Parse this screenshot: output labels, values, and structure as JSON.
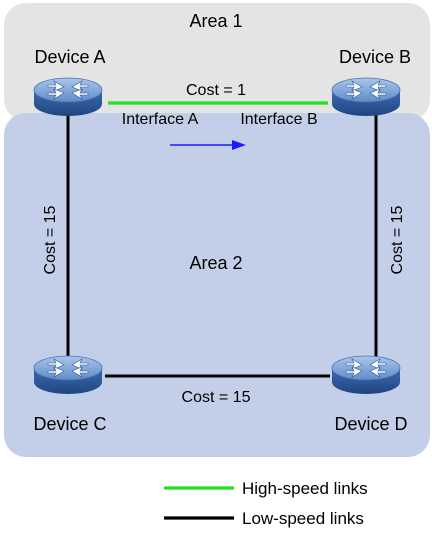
{
  "areas": [
    {
      "id": "area1",
      "label": "Area 1",
      "fill": "#e4e4e4"
    },
    {
      "id": "area2",
      "label": "Area 2",
      "fill": "#c3cfe8"
    }
  ],
  "devices": [
    {
      "id": "a",
      "label": "Device A"
    },
    {
      "id": "b",
      "label": "Device B"
    },
    {
      "id": "c",
      "label": "Device C"
    },
    {
      "id": "d",
      "label": "Device D"
    }
  ],
  "links": [
    {
      "id": "ab",
      "cost_label": "Cost = 1",
      "speed": "high"
    },
    {
      "id": "ac",
      "cost_label": "Cost = 15",
      "speed": "low"
    },
    {
      "id": "bd",
      "cost_label": "Cost = 15",
      "speed": "low"
    },
    {
      "id": "cd",
      "cost_label": "Cost = 15",
      "speed": "low"
    }
  ],
  "interfaces": {
    "a": "Interface A",
    "b": "Interface B"
  },
  "legend": [
    {
      "label": "High-speed links",
      "color": "#22e022"
    },
    {
      "label": "Low-speed links",
      "color": "#000000"
    }
  ],
  "colors": {
    "high_speed": "#22e022",
    "low_speed": "#000000",
    "arrow": "#1a1aff",
    "router_body": "#3f6aa8",
    "router_top": "#7aa3d8"
  }
}
